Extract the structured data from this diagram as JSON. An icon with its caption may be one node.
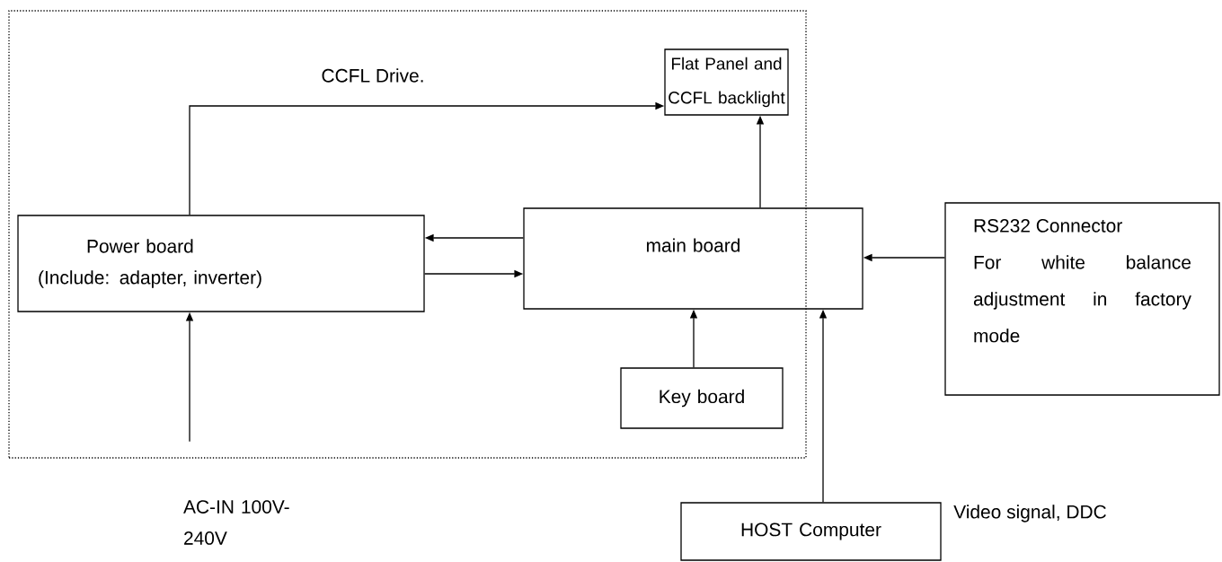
{
  "diagram": {
    "nodes": [
      {
        "text": [],
        "shape": "box"
      },
      {
        "text": [
          "Flat Panel and CCFL backlight"
        ],
        "in": 0
      },
      {
        "text": [
          "Power board",
          "(Include: adapter, inverter)"
        ],
        "in": 0
      },
      {
        "text": [
          "main board"
        ]
      },
      {
        "text": [
          "Key board"
        ],
        "in": 0
      },
      {
        "text": [
          "RS232 Connector",
          "For white balance adjustment in factory mode"
        ]
      },
      {
        "text": [
          "HOST Computer"
        ],
        "beside": [
          "Video signal, DDC"
        ]
      },
      {
        "text": [
          "AC-IN 100V-240V"
        ]
      }
    ],
    "edges": [
      {
        "from": 2,
        "to": 1,
        "arrow": "to",
        "label": "CCFL Drive."
      },
      {
        "from": 3,
        "to": 2,
        "arrow": "to"
      },
      {
        "from": 2,
        "to": 3,
        "arrow": "to"
      },
      {
        "from": 3,
        "to": 1,
        "arrow": "to"
      },
      {
        "from": 5,
        "to": 3,
        "arrow": "to"
      },
      {
        "from": 4,
        "to": 3,
        "arrow": "to"
      },
      {
        "from": 6,
        "to": 3,
        "arrow": "to"
      },
      {
        "from": 7,
        "to": 2,
        "arrow": "to"
      }
    ]
  }
}
